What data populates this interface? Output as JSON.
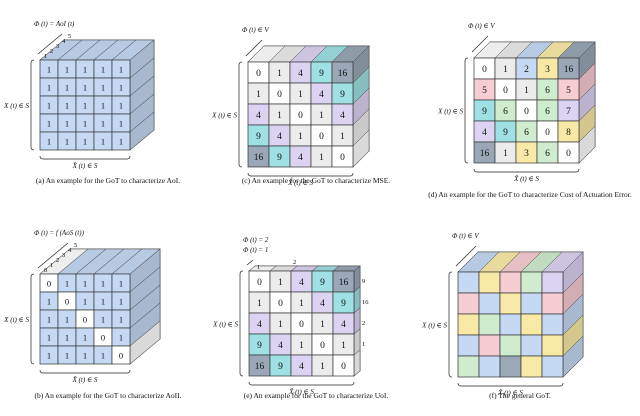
{
  "figure": {
    "panels": [
      {
        "id": "a",
        "caption": "(a) An example for the GoT to characterize AoI.",
        "phi_label": "Φ (t) = AoI (t)",
        "y_label": "X (t) ∈ S",
        "x_label": "X̂ (t) ∈ S",
        "depth_labels": [
          "1",
          "2",
          "3",
          "4",
          "5"
        ],
        "depth_colors": [
          "#c5d9f4",
          "#f8eaa6",
          "#cfeccf",
          "#f7cdd4",
          "#dcd3f2"
        ],
        "front_grid": [
          [
            "1",
            "1",
            "1",
            "1",
            "1"
          ],
          [
            "1",
            "1",
            "1",
            "1",
            "1"
          ],
          [
            "1",
            "1",
            "1",
            "1",
            "1"
          ],
          [
            "1",
            "1",
            "1",
            "1",
            "1"
          ],
          [
            "1",
            "1",
            "1",
            "1",
            "1"
          ]
        ],
        "front_colors": [
          [
            "#c5d9f4",
            "#c5d9f4",
            "#c5d9f4",
            "#c5d9f4",
            "#c5d9f4"
          ],
          [
            "#c5d9f4",
            "#c5d9f4",
            "#c5d9f4",
            "#c5d9f4",
            "#c5d9f4"
          ],
          [
            "#c5d9f4",
            "#c5d9f4",
            "#c5d9f4",
            "#c5d9f4",
            "#c5d9f4"
          ],
          [
            "#c5d9f4",
            "#c5d9f4",
            "#c5d9f4",
            "#c5d9f4",
            "#c5d9f4"
          ],
          [
            "#c5d9f4",
            "#c5d9f4",
            "#c5d9f4",
            "#c5d9f4",
            "#c5d9f4"
          ]
        ]
      },
      {
        "id": "c",
        "caption": "(c) An example for the GoT to characterize MSE.",
        "phi_label": "Φ (t) ∈ V",
        "y_label": "X (t) ∈ S",
        "x_label": "X̂ (t) ∈ S",
        "depth_labels": [],
        "depth_colors": [],
        "front_grid": [
          [
            "0",
            "1",
            "4",
            "9",
            "16"
          ],
          [
            "1",
            "0",
            "1",
            "4",
            "9"
          ],
          [
            "4",
            "1",
            "0",
            "1",
            "4"
          ],
          [
            "9",
            "4",
            "1",
            "0",
            "1"
          ],
          [
            "16",
            "9",
            "4",
            "1",
            "0"
          ]
        ],
        "front_colors": [
          [
            "#ffffff",
            "#ececec",
            "#dcd3f2",
            "#9ee0e3",
            "#9aa7b6"
          ],
          [
            "#ececec",
            "#ffffff",
            "#ececec",
            "#dcd3f2",
            "#9ee0e3"
          ],
          [
            "#dcd3f2",
            "#ececec",
            "#ffffff",
            "#ececec",
            "#dcd3f2"
          ],
          [
            "#9ee0e3",
            "#dcd3f2",
            "#ececec",
            "#ffffff",
            "#ececec"
          ],
          [
            "#9aa7b6",
            "#9ee0e3",
            "#dcd3f2",
            "#ececec",
            "#ffffff"
          ]
        ]
      },
      {
        "id": "d",
        "caption": "(d) An example for the GoT to characterize Cost of Actuation Error.",
        "phi_label": "Φ (t) ∈ V",
        "y_label": "X (t) ∈ S",
        "x_label": "X̂ (t) ∈ S",
        "depth_labels": [],
        "depth_colors": [],
        "front_grid": [
          [
            "0",
            "1",
            "2",
            "3",
            "16"
          ],
          [
            "5",
            "0",
            "1",
            "6",
            "5"
          ],
          [
            "9",
            "6",
            "0",
            "6",
            "7"
          ],
          [
            "4",
            "9",
            "6",
            "0",
            "8"
          ],
          [
            "16",
            "1",
            "3",
            "6",
            "0"
          ]
        ],
        "front_colors": [
          [
            "#ffffff",
            "#ececec",
            "#c5d9f4",
            "#f8eaa6",
            "#9aa7b6"
          ],
          [
            "#f7cdd4",
            "#ffffff",
            "#ececec",
            "#cfeccf",
            "#f7cdd4"
          ],
          [
            "#9ee0e3",
            "#cfeccf",
            "#ffffff",
            "#cfeccf",
            "#dcd3f2"
          ],
          [
            "#dcd3f2",
            "#9ee0e3",
            "#cfeccf",
            "#ffffff",
            "#f8eaa6"
          ],
          [
            "#9aa7b6",
            "#ececec",
            "#f8eaa6",
            "#cfeccf",
            "#ffffff"
          ]
        ]
      },
      {
        "id": "b",
        "caption": "(b) An example for the GoT to characterize AoII.",
        "phi_label": "Φ (t) = f (AoS (t))",
        "y_label": "X (t) ∈ S",
        "x_label": "X̂ (t) ∈ S",
        "depth_labels": [
          "0",
          "1",
          "2",
          "3",
          "4",
          "5"
        ],
        "depth_colors": [
          "#ffffff",
          "#c5d9f4",
          "#f8eaa6",
          "#cfeccf",
          "#f7cdd4",
          "#dcd3f2"
        ],
        "front_grid": [
          [
            "0",
            "1",
            "1",
            "1",
            "1"
          ],
          [
            "1",
            "0",
            "1",
            "1",
            "1"
          ],
          [
            "1",
            "1",
            "0",
            "1",
            "1"
          ],
          [
            "1",
            "1",
            "1",
            "0",
            "1"
          ],
          [
            "1",
            "1",
            "1",
            "1",
            "0"
          ]
        ],
        "front_colors": [
          [
            "#ffffff",
            "#c5d9f4",
            "#c5d9f4",
            "#c5d9f4",
            "#c5d9f4"
          ],
          [
            "#c5d9f4",
            "#ffffff",
            "#c5d9f4",
            "#c5d9f4",
            "#c5d9f4"
          ],
          [
            "#c5d9f4",
            "#c5d9f4",
            "#ffffff",
            "#c5d9f4",
            "#c5d9f4"
          ],
          [
            "#c5d9f4",
            "#c5d9f4",
            "#c5d9f4",
            "#ffffff",
            "#c5d9f4"
          ],
          [
            "#c5d9f4",
            "#c5d9f4",
            "#c5d9f4",
            "#c5d9f4",
            "#ffffff"
          ]
        ]
      },
      {
        "id": "e",
        "caption": "(e) An example for the GoT to characterize UoI.",
        "phi_label": "Φ (t) = 1",
        "phi_label_2": "Φ (t) = 2",
        "y_label": "X (t) ∈ S",
        "x_label": "X̂ (t) ∈ S",
        "depth_labels": [
          "1",
          "2"
        ],
        "depth_colors": [
          "#f8eaa6",
          "#9aa7b6"
        ],
        "side_values": [
          "9",
          "16",
          "2",
          "1"
        ],
        "front_grid": [
          [
            "0",
            "1",
            "4",
            "9",
            "16"
          ],
          [
            "1",
            "0",
            "1",
            "4",
            "9"
          ],
          [
            "4",
            "1",
            "0",
            "1",
            "4"
          ],
          [
            "9",
            "4",
            "1",
            "0",
            "1"
          ],
          [
            "16",
            "9",
            "4",
            "1",
            "0"
          ]
        ],
        "front_colors": [
          [
            "#ffffff",
            "#ececec",
            "#dcd3f2",
            "#9ee0e3",
            "#9aa7b6"
          ],
          [
            "#ececec",
            "#ffffff",
            "#ececec",
            "#dcd3f2",
            "#9ee0e3"
          ],
          [
            "#dcd3f2",
            "#ececec",
            "#ffffff",
            "#ececec",
            "#dcd3f2"
          ],
          [
            "#9ee0e3",
            "#dcd3f2",
            "#ececec",
            "#ffffff",
            "#ececec"
          ],
          [
            "#9aa7b6",
            "#9ee0e3",
            "#dcd3f2",
            "#ececec",
            "#ffffff"
          ]
        ]
      },
      {
        "id": "f",
        "caption": "(f) The general GoT.",
        "phi_label": "Φ (t) ∈ V",
        "y_label": "X (t) ∈ S",
        "x_label": "X̂ (t) ∈ S",
        "depth_labels": [],
        "depth_colors": [],
        "front_grid": [
          [
            "",
            "",
            "",
            "",
            ""
          ],
          [
            "",
            "",
            "",
            "",
            ""
          ],
          [
            "",
            "",
            "",
            "",
            ""
          ],
          [
            "",
            "",
            "",
            "",
            ""
          ],
          [
            "",
            "",
            "",
            "",
            ""
          ]
        ],
        "front_colors": [
          [
            "#c5d9f4",
            "#f8eaa6",
            "#f7cdd4",
            "#cfeccf",
            "#dcd3f2"
          ],
          [
            "#f7cdd4",
            "#c5d9f4",
            "#f8eaa6",
            "#c5d9f4",
            "#f7cdd4"
          ],
          [
            "#f8eaa6",
            "#cfeccf",
            "#c5d9f4",
            "#f8eaa6",
            "#c5d9f4"
          ],
          [
            "#c5d9f4",
            "#f7cdd4",
            "#cfeccf",
            "#c5d9f4",
            "#f8eaa6"
          ],
          [
            "#cfeccf",
            "#c5d9f4",
            "#9aa7b6",
            "#f8eaa6",
            "#c5d9f4"
          ]
        ]
      }
    ]
  }
}
